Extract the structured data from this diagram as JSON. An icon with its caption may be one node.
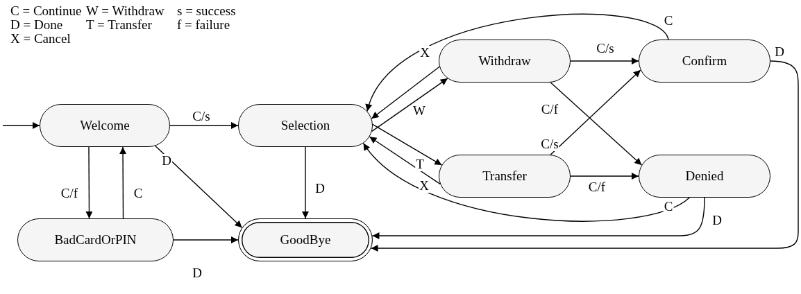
{
  "diagram": {
    "nodes": [
      {
        "text": [
          "Welcome"
        ]
      },
      {
        "text": [
          "Selection"
        ]
      },
      {
        "text": [
          "Withdraw"
        ]
      },
      {
        "text": [
          "Confirm"
        ]
      },
      {
        "text": [
          "Transfer"
        ]
      },
      {
        "text": [
          "Denied"
        ]
      },
      {
        "text": [
          "BadCardOrPIN"
        ]
      },
      {
        "text": [
          "GoodBye"
        ]
      }
    ],
    "edges": [
      {
        "from": null,
        "to": 0,
        "arrow": "to"
      },
      {
        "from": 0,
        "to": 1,
        "arrow": "to",
        "label": "C/s"
      },
      {
        "from": 0,
        "to": 6,
        "arrow": "to",
        "label": "C/f"
      },
      {
        "from": 6,
        "to": 0,
        "arrow": "to",
        "label": "C"
      },
      {
        "from": 0,
        "to": 7,
        "arrow": "to",
        "label": "D"
      },
      {
        "from": 6,
        "to": 7,
        "arrow": "to",
        "label": "D"
      },
      {
        "from": 1,
        "to": 7,
        "arrow": "to",
        "label": "D"
      },
      {
        "from": 1,
        "to": 2,
        "arrow": "to",
        "label": "W"
      },
      {
        "from": 2,
        "to": 1,
        "arrow": "to",
        "label": "X"
      },
      {
        "from": 1,
        "to": 4,
        "arrow": "to",
        "label": "T"
      },
      {
        "from": 4,
        "to": 1,
        "arrow": "to",
        "label": "X"
      },
      {
        "from": 2,
        "to": 3,
        "arrow": "to",
        "label": "C/s"
      },
      {
        "from": 2,
        "to": 5,
        "arrow": "to",
        "label": "C/f"
      },
      {
        "from": 4,
        "to": 3,
        "arrow": "to",
        "label": "C/s"
      },
      {
        "from": 4,
        "to": 5,
        "arrow": "to",
        "label": "C/f"
      },
      {
        "from": 3,
        "to": 1,
        "arrow": "to",
        "label": "C"
      },
      {
        "from": 5,
        "to": 1,
        "arrow": "to",
        "label": "C"
      },
      {
        "from": 5,
        "to": 7,
        "arrow": "to",
        "label": "D"
      },
      {
        "from": 3,
        "to": 7,
        "arrow": "to",
        "label": "D"
      }
    ],
    "labels": [
      "C = Continue",
      "W = Withdraw",
      "s = success",
      "D = Done",
      "T = Transfer",
      "f = failure",
      "X = Cancel"
    ]
  }
}
